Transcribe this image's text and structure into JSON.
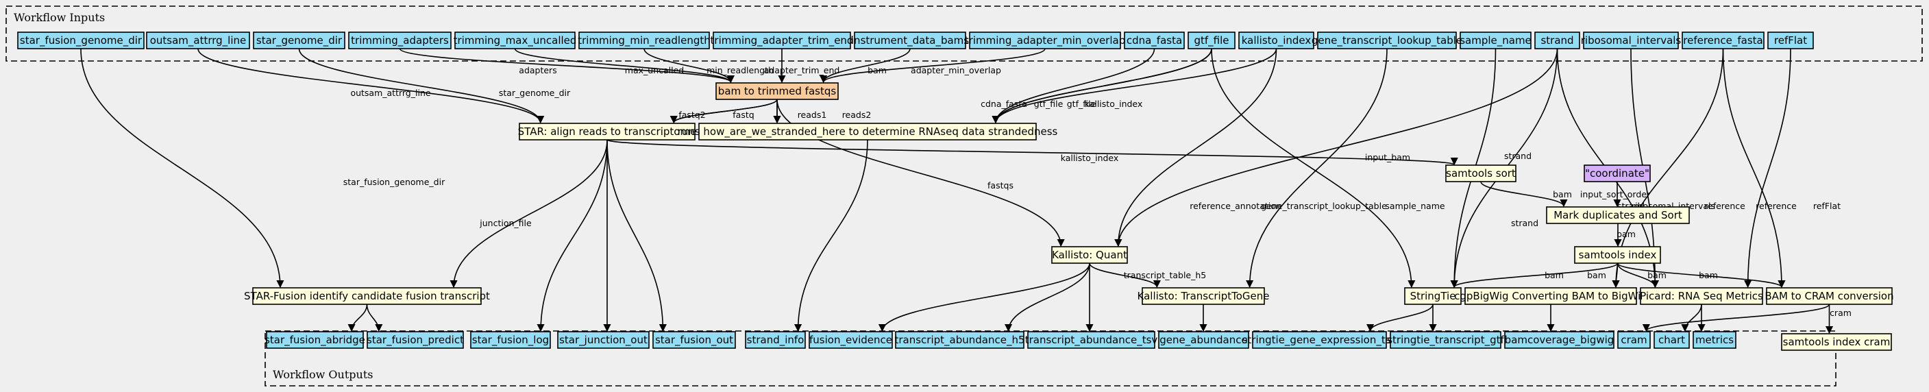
{
  "colors": {
    "background": "#efefef",
    "input_output": "#94ddf4",
    "step": "#ffffdd",
    "bam_to_fastq": "#f9ca9a",
    "literal": "#d5aefc"
  },
  "clusters": {
    "inputs_title": "Workflow Inputs",
    "outputs_title": "Workflow Outputs"
  },
  "nodes": {
    "in_star_fusion_genome_dir": "star_fusion_genome_dir",
    "in_outsam_attrrg_line": "outsam_attrrg_line",
    "in_star_genome_dir": "star_genome_dir",
    "in_trimming_adapters": "trimming_adapters",
    "in_trimming_max_uncalled": "trimming_max_uncalled",
    "in_trimming_min_readlength": "trimming_min_readlength",
    "in_trimming_adapter_trim_end": "trimming_adapter_trim_end",
    "in_instrument_data_bams": "instrument_data_bams",
    "in_trimming_adapter_min_overlap": "trimming_adapter_min_overlap",
    "in_cdna_fasta": "cdna_fasta",
    "in_gtf_file": "gtf_file",
    "in_kallisto_index": "kallisto_index",
    "in_gene_transcript_lookup_table": "gene_transcript_lookup_table",
    "in_sample_name": "sample_name",
    "in_strand": "strand",
    "in_ribosomal_intervals": "ribosomal_intervals",
    "in_reference_fasta": "reference_fasta",
    "in_refFlat": "refFlat",
    "step_bam_to_trimmed_fastqs": "bam to trimmed fastqs",
    "step_star_align": "STAR: align reads to transcriptome",
    "step_stranded": "runs how_are_we_stranded_here to determine RNAseq data strandedness",
    "step_samtools_sort": "samtools sort",
    "lit_coordinate": "\"coordinate\"",
    "step_mark_duplicates": "Mark duplicates and Sort",
    "step_samtools_index": "samtools index",
    "step_kallisto_quant": "Kallisto: Quant",
    "step_star_fusion": "STAR-Fusion identify candidate fusion transcript",
    "step_kallisto_t2g": "Kallisto: TranscriptToGene",
    "step_stringtie": "StringTie",
    "step_cgpbigwig": "cgpBigWig Converting BAM to BigWig",
    "step_picard": "Picard: RNA Seq Metrics",
    "step_bam_to_cram": "BAM to CRAM conversion",
    "step_samtools_index_cram": "samtools index cram",
    "out_star_fusion_abridge": "star_fusion_abridge",
    "out_star_fusion_predict": "star_fusion_predict",
    "out_star_fusion_log": "star_fusion_log",
    "out_star_junction_out": "star_junction_out",
    "out_star_fusion_out": "star_fusion_out",
    "out_strand_info": "strand_info",
    "out_fusion_evidence": "fusion_evidence",
    "out_transcript_abundance_h5": "transcript_abundance_h5",
    "out_transcript_abundance_tsv": "transcript_abundance_tsv",
    "out_gene_abundance": "gene_abundance",
    "out_stringtie_gene_expression_tsv": "stringtie_gene_expression_tsv",
    "out_stringtie_transcript_gtf": "stringtie_transcript_gtf",
    "out_bamcoverage_bigwig": "bamcoverage_bigwig",
    "out_cram": "cram",
    "out_chart": "chart",
    "out_metrics": "metrics"
  },
  "edge_labels": {
    "adapters": "adapters",
    "max_uncalled": "max_uncalled",
    "min_readlength": "min_readlength",
    "adapter_trim_end": "adapter_trim_end",
    "bam": "bam",
    "adapter_min_overlap": "adapter_min_overlap",
    "outsam_attrrg_line": "outsam_attrrg_line",
    "star_genome_dir": "star_genome_dir",
    "fastq2": "fastq2",
    "fastq": "fastq",
    "reads1": "reads1",
    "reads2": "reads2",
    "cdna_fasta": "cdna_fasta",
    "gtf_file": "gtf_file",
    "gtf_file_2": "gtf_file",
    "kallisto_index": "kallisto_index",
    "star_fusion_genome_dir": "star_fusion_genome_dir",
    "junction_file": "junction_file",
    "input_bam": "input_bam",
    "fastqs": "fastqs",
    "kallisto_index_2": "kallisto_index",
    "reference_annotation": "reference_annotation",
    "gene_transcript_lookup_table": "gene_transcript_lookup_table",
    "sample_name": "sample_name",
    "strand": "strand",
    "strand_2": "strand",
    "ribosomal_intervals": "ribosomal_intervals",
    "reference": "reference",
    "reference_2": "reference",
    "refFlat": "refFlat",
    "bam_sort": "bam",
    "input_sort_order": "input_sort_order",
    "bam_md": "bam",
    "bam_st1": "bam",
    "bam_st2": "bam",
    "bam_st3": "bam",
    "bam_st4": "bam",
    "transcript_table_h5": "transcript_table_h5",
    "cram": "cram"
  }
}
